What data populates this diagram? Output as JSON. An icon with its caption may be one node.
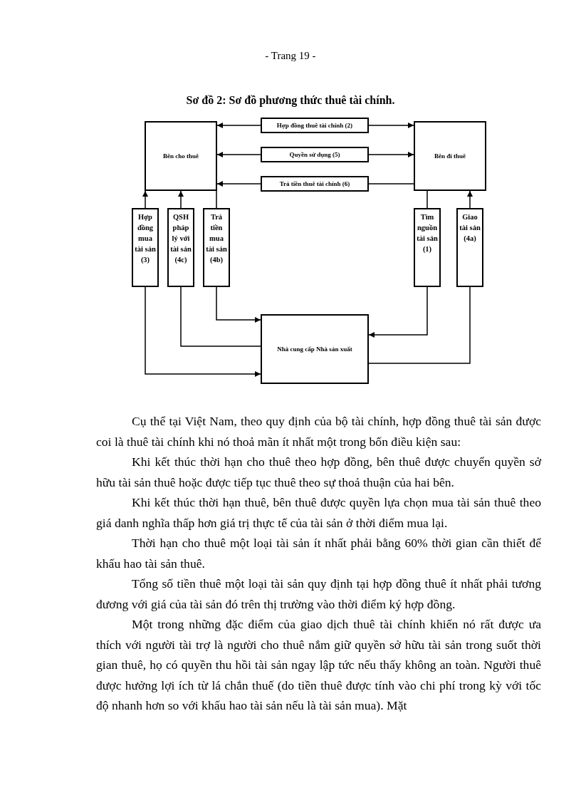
{
  "diagram": {
    "title": "Sơ đồ 2: Sơ đồ phương thức thuê tài chính.",
    "nodes": [
      {
        "text": [
          "Bên cho thuê"
        ]
      },
      {
        "text": [
          "Hợp đồng thuê tài chính (2)"
        ]
      },
      {
        "text": [
          "Bên đi thuê"
        ]
      },
      {
        "text": [
          "Quyền sử dụng (5)"
        ]
      },
      {
        "text": [
          "Trả tiền thuê tài chính (6)"
        ]
      },
      {
        "text": [
          "Hợp đồng mua tài sản (3)"
        ]
      },
      {
        "text": [
          "QSH pháp lý với tài sản (4c)"
        ]
      },
      {
        "text": [
          "Trả tiền mua tài sản (4b)"
        ]
      },
      {
        "text": [
          "Tìm nguồn tài sản (1)"
        ]
      },
      {
        "text": [
          "Giao tài sản (4a)"
        ]
      },
      {
        "text": [
          "Nhà cung cấp Nhà sản xuất"
        ]
      }
    ],
    "edges": [
      {
        "from": 1,
        "to": 0,
        "arrow": "to"
      },
      {
        "from": 1,
        "to": 2,
        "arrow": "to"
      },
      {
        "from": 3,
        "to": 0,
        "arrow": "to"
      },
      {
        "from": 3,
        "to": 2,
        "arrow": "to"
      },
      {
        "from": 2,
        "to": 4,
        "arrow": "none"
      },
      {
        "from": 4,
        "to": 0,
        "arrow": "to"
      },
      {
        "from": 5,
        "to": 0,
        "arrow": "to"
      },
      {
        "from": 6,
        "to": 0,
        "arrow": "to"
      },
      {
        "from": 0,
        "to": 7,
        "arrow": "none"
      },
      {
        "from": 2,
        "to": 8,
        "arrow": "none"
      },
      {
        "from": 9,
        "to": 2,
        "arrow": "to"
      },
      {
        "from": 5,
        "to": 10,
        "arrow": "to"
      },
      {
        "from": 10,
        "to": 6,
        "arrow": "none"
      },
      {
        "from": 7,
        "to": 10,
        "arrow": "to"
      },
      {
        "from": 8,
        "to": 10,
        "arrow": "to"
      },
      {
        "from": 10,
        "to": 9,
        "arrow": "none"
      }
    ],
    "labels": [
      "- Trang 19 -",
      "Cụ thể tại Việt Nam, theo quy định của bộ tài chính, hợp đồng thuê tài sản được coi là thuê tài chính khi nó thoả mãn ít nhất một trong bốn điều kiện sau:",
      "Khi kết thúc thời hạn cho thuê theo hợp đồng, bên thuê được chuyển quyền sở hữu tài sản thuê hoặc được tiếp tục thuê theo sự thoả thuận của hai bên.",
      "Khi kết thúc thời hạn thuê, bên thuê được quyền lựa chọn mua tài sản thuê theo giá danh nghĩa thấp hơn giá trị thực tế của tài sản ở thời điểm mua lại.",
      "Thời hạn cho thuê một loại tài sản ít nhất phải bằng 60% thời gian cần thiết để khấu hao tài sản thuê.",
      "Tổng số tiền thuê một loại tài sản quy định tại hợp đồng thuê ít nhất phải tương đương với giá của tài sản đó trên thị trường vào thời điểm ký hợp đồng.",
      "Một trong những đặc điểm của giao dịch thuê tài chính khiến nó rất được ưa thích với người tài trợ là người cho thuê nắm giữ quyền sở hữu tài sản trong suốt thời gian thuê, họ có quyền thu hồi tài sản ngay lập tức nếu thấy không an toàn. Người thuê được hưởng lợi ích từ lá chắn thuế  (do tiền thuê được tính vào chi phí trong kỳ với tốc độ nhanh hơn so với khấu hao tài sản nếu là tài sản mua). Mặt"
    ]
  }
}
